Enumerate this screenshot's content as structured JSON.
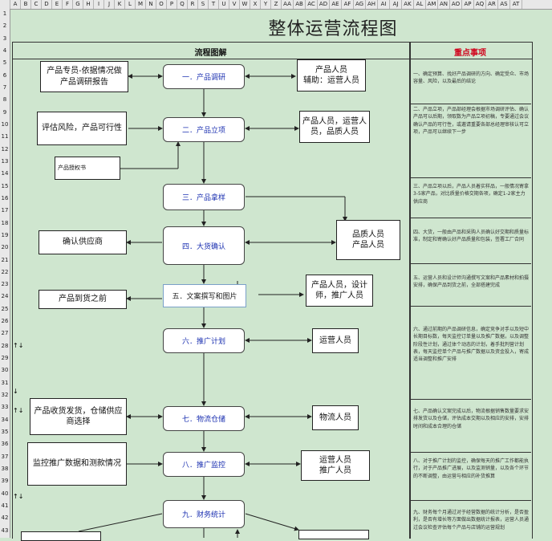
{
  "title": "整体运营流程图",
  "column_headers": [
    "A",
    "B",
    "C",
    "D",
    "E",
    "F",
    "G",
    "H",
    "I",
    "J",
    "K",
    "L",
    "M",
    "N",
    "O",
    "P",
    "Q",
    "R",
    "S",
    "T",
    "U",
    "V",
    "W",
    "X",
    "Y",
    "Z",
    "AA",
    "AB",
    "AC",
    "AD",
    "AE",
    "AF",
    "AG",
    "AH",
    "AI",
    "AJ",
    "AK",
    "AL",
    "AM",
    "AN",
    "AO",
    "AP",
    "AQ",
    "AR",
    "AS",
    "AT"
  ],
  "row_headers": [
    "1",
    "2",
    "3",
    "4",
    "5",
    "6",
    "7",
    "8",
    "9",
    "10",
    "11",
    "12",
    "13",
    "14",
    "15",
    "16",
    "17",
    "18",
    "19",
    "20",
    "21",
    "22",
    "23",
    "24",
    "25",
    "26",
    "27",
    "28",
    "29",
    "30",
    "31",
    "32",
    "33",
    "34",
    "35",
    "36",
    "37",
    "38",
    "39",
    "40",
    "41",
    "42",
    "43"
  ],
  "left_header": "流程图解",
  "right_header": "重点事项",
  "colors": {
    "right_header": "#d0021b",
    "step_text": "#1a2fb0"
  },
  "steps": [
    "一．产品调研",
    "二．产品立项",
    "三．产品拿样",
    "四．大货确认",
    "五．文案撰写和图片",
    "六．推广计划",
    "七．物流仓储",
    "八．推广监控",
    "九．财务统计"
  ],
  "left_boxes": [
    "产品专员-依据情况做产品调研报告",
    "评估风险，产品可行性",
    "产品授权书",
    "确认供应商",
    "产品到货之前",
    "产品收货发货，仓储供应商选择",
    "监控推广数据和测款情况"
  ],
  "right_boxes": [
    "产品人员\n辅助：运营人员",
    "产品人员，运营人员，品质人员",
    "品质人员\n产品人员",
    "产品人员，设计师，推广人员",
    "运营人员",
    "物流人员",
    "运营人员\n推广人员"
  ],
  "notes": [
    "一、确定预算、找好产品调研的方向、确定受众、市场容量、风险，以及最后的结论",
    "二、产品立项，产品部经理会根据市场调研评估、确认产品可以后期，领取数为产品立项初稿，专要通过会议确认产品的可行性，或邀请重要各部总经理审核认可立项，产品可以继续下一步",
    "三、产品立项以后，产品人员着实样品，一般情况寄拿3-5家产品，对比质量价格交期各项，确定1-2家主力供应商",
    "四、大货，一般由产品和采购人员确认好交期和质量标准，制定和寄确认好产品质量和包装，签署工厂合同",
    "五、运营人员和设计师沟通撰写文案和产品素材和拍摄安排，确保产品到货之前，全部搭建完成",
    "六、通过前期的产品调研信息，确定竞争对手以及短中长期目标数，每天监控订单量以及推广数据，以及调整阶段性计划，通过体个动态的计划，着手批判营计划表，每天监控单个产品与推广数据以及资金投入，寄成适当调整和推广安排",
    "七、产品确认文案完成以后，物流根据销售数量要求安排发货以及仓储，评估成本交期以及相应的安排，安排时间和成本合理的仓储",
    "八、对于推广计划的监控，确保每天的推广工作都能执行，对于产品推广进展，以及监测销量，以及各个环节的不断调整，由运营与相应的补货推算",
    "九、财务每个月通过对于经营数据的统计分析，是否盈利，是否有增长等方面做出数据统计报表，运营人员通过会议检查评估每个产品与店铺的运营规划"
  ],
  "side_marks": [
    "↑↓",
    "↓",
    "↑↓",
    "↑↓"
  ]
}
